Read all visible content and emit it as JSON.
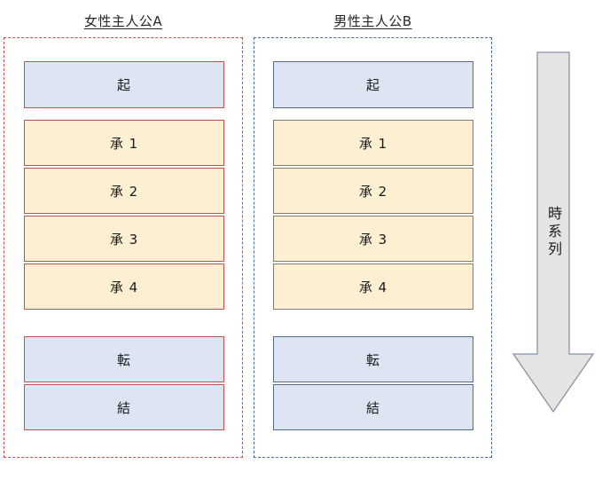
{
  "diagram": {
    "columns": [
      {
        "id": "left",
        "title": "女性主人公A",
        "border_color": "#c0504d",
        "stages": [
          {
            "label": "起",
            "fill": "#dce5f1"
          },
          {
            "label": "承 1",
            "fill": "#fdf0d2"
          },
          {
            "label": "承 2",
            "fill": "#fdf0d2"
          },
          {
            "label": "承 3",
            "fill": "#fdf0d2"
          },
          {
            "label": "承 4",
            "fill": "#fdf0d2"
          },
          {
            "label": "転",
            "fill": "#dce5f1"
          },
          {
            "label": "結",
            "fill": "#dce5f1"
          }
        ]
      },
      {
        "id": "right",
        "title": "男性主人公B",
        "border_color": "#4a6a97",
        "stages": [
          {
            "label": "起",
            "fill": "#dce5f1"
          },
          {
            "label": "承 1",
            "fill": "#fdf0d2"
          },
          {
            "label": "承 2",
            "fill": "#fdf0d2"
          },
          {
            "label": "承 3",
            "fill": "#fdf0d2"
          },
          {
            "label": "承 4",
            "fill": "#fdf0d2"
          },
          {
            "label": "転",
            "fill": "#dce5f1"
          },
          {
            "label": "結",
            "fill": "#dce5f1"
          }
        ]
      }
    ],
    "timeline": {
      "label": "時系列",
      "direction": "down",
      "fill": "#e4e4e4",
      "stroke": "#8a93a5"
    }
  }
}
